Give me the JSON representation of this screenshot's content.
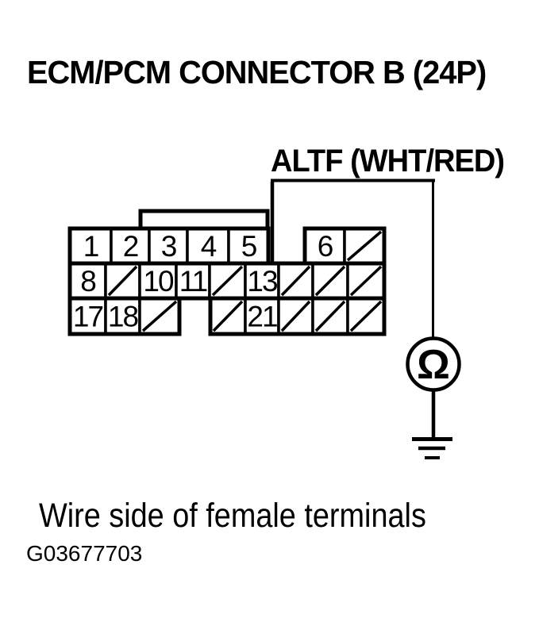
{
  "title": "ECM/PCM CONNECTOR B (24P)",
  "caption": "Wire side of female terminals",
  "figure_id": "G03677703",
  "colors": {
    "ink": "#000000",
    "paper": "#ffffff"
  },
  "wire": {
    "label": "ALTF (WHT/RED)",
    "circuit": "ALTF",
    "wire_color": "WHT/RED",
    "connects_to_pin": "13",
    "probe": "ohmmeter-to-ground"
  },
  "meter": {
    "name": "ohmmeter",
    "symbol": "Ω"
  },
  "connector": {
    "name": "ECM/PCM Connector B (24P)",
    "rows": [
      {
        "groups": [
          {
            "cells": [
              {
                "label": "1"
              },
              {
                "label": "2"
              },
              {
                "label": "3"
              },
              {
                "label": "4"
              },
              {
                "label": "5"
              }
            ]
          },
          {
            "cells": [
              {
                "label": "6"
              },
              {
                "label": "",
                "slashed": true
              }
            ]
          }
        ]
      },
      {
        "groups": [
          {
            "cells": [
              {
                "label": "8"
              },
              {
                "label": "",
                "slashed": true
              },
              {
                "label": "10"
              },
              {
                "label": "11"
              },
              {
                "label": "",
                "slashed": true
              },
              {
                "label": "13"
              },
              {
                "label": "",
                "slashed": true
              },
              {
                "label": "",
                "slashed": true
              },
              {
                "label": "",
                "slashed": true
              }
            ]
          }
        ]
      },
      {
        "groups": [
          {
            "cells": [
              {
                "label": "17"
              },
              {
                "label": "18"
              },
              {
                "label": "",
                "slashed": true
              }
            ]
          },
          {
            "cells": [
              {
                "label": "",
                "slashed": true
              },
              {
                "label": "21"
              },
              {
                "label": "",
                "slashed": true
              },
              {
                "label": "",
                "slashed": true
              },
              {
                "label": "",
                "slashed": true
              }
            ]
          }
        ]
      }
    ]
  }
}
